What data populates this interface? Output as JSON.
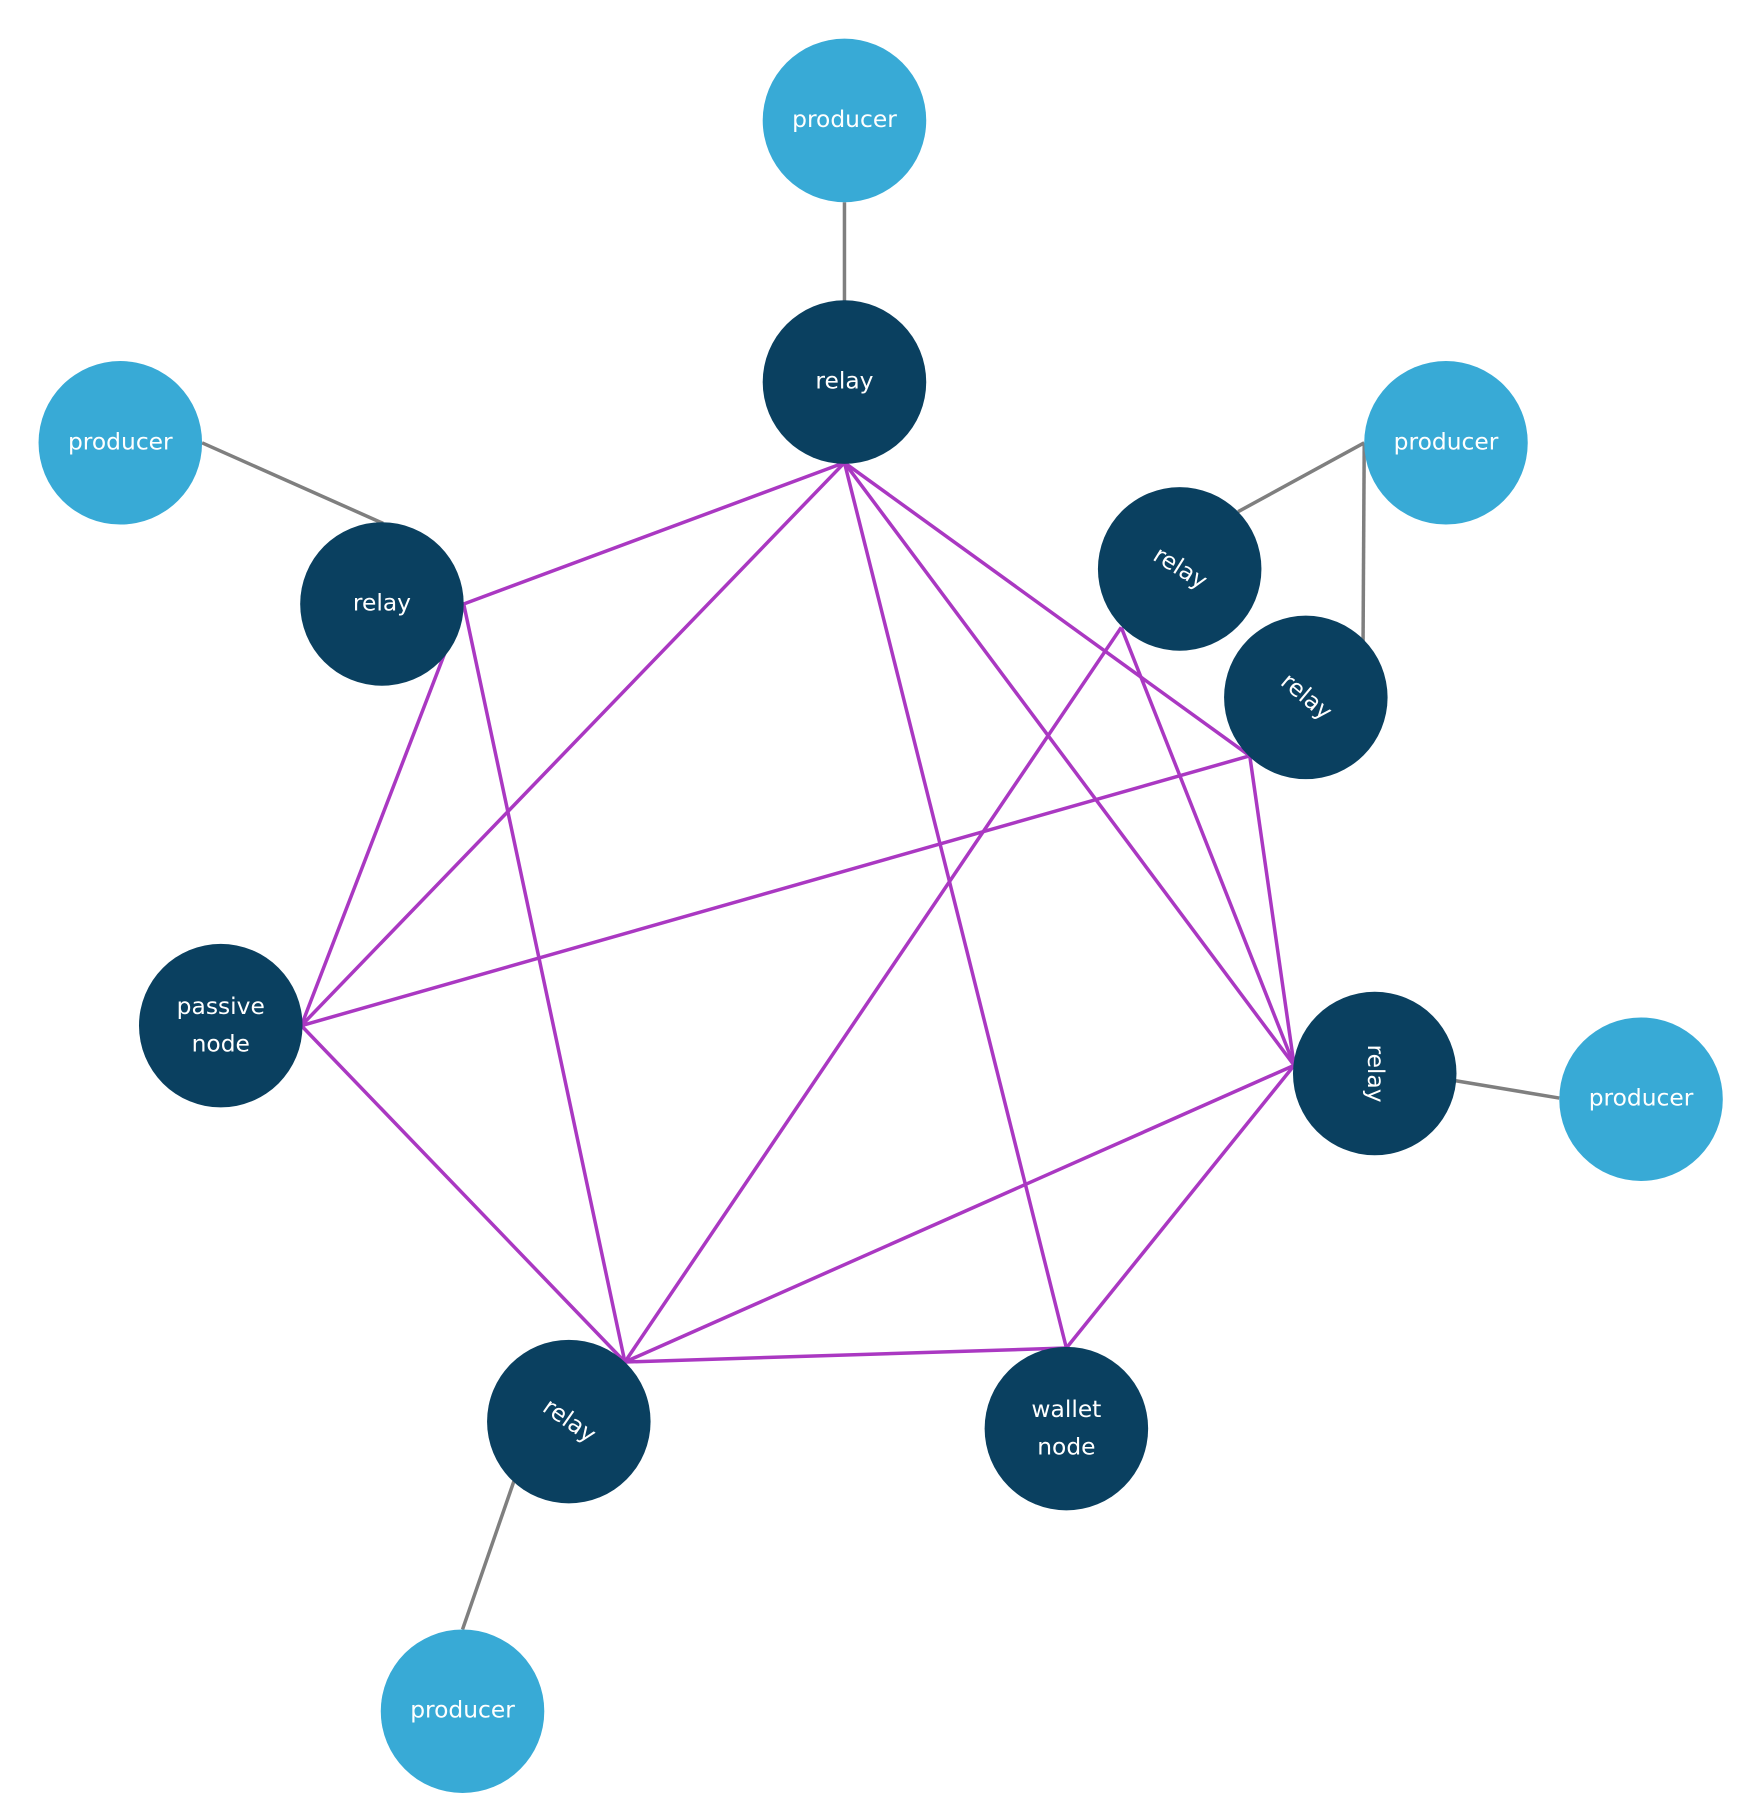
{
  "colors": {
    "producer": "#38aad6",
    "node": "#0a4060",
    "mesh_edge": "#aa38c2",
    "link_edge": "#7f7f7f"
  },
  "nodes": [
    {
      "id": "p1",
      "type": "producer",
      "label": "producer"
    },
    {
      "id": "r1",
      "type": "node",
      "label": "relay"
    },
    {
      "id": "p2",
      "type": "producer",
      "label": "producer"
    },
    {
      "id": "r2",
      "type": "node",
      "label": "relay"
    },
    {
      "id": "p3",
      "type": "producer",
      "label": "producer"
    },
    {
      "id": "r3",
      "type": "node",
      "label": "relay"
    },
    {
      "id": "r4",
      "type": "node",
      "label": "relay"
    },
    {
      "id": "pn",
      "type": "node",
      "label": "passive node"
    },
    {
      "id": "r5",
      "type": "node",
      "label": "relay"
    },
    {
      "id": "p4",
      "type": "producer",
      "label": "producer"
    },
    {
      "id": "r6",
      "type": "node",
      "label": "relay"
    },
    {
      "id": "wn",
      "type": "node",
      "label": "wallet node"
    },
    {
      "id": "p5",
      "type": "producer",
      "label": "producer"
    }
  ],
  "producer_links": [
    [
      "p1",
      "r1"
    ],
    [
      "p2",
      "r2"
    ],
    [
      "p3",
      "r3"
    ],
    [
      "p3",
      "r4"
    ],
    [
      "p4",
      "r5"
    ],
    [
      "p5",
      "r6"
    ]
  ],
  "mesh_links": [
    [
      "r1",
      "r2"
    ],
    [
      "r1",
      "pn"
    ],
    [
      "r1",
      "wn"
    ],
    [
      "r1",
      "r5"
    ],
    [
      "r1",
      "r4"
    ],
    [
      "r2",
      "pn"
    ],
    [
      "r2",
      "r6"
    ],
    [
      "r3",
      "r6"
    ],
    [
      "r3",
      "r5"
    ],
    [
      "r4",
      "pn"
    ],
    [
      "r4",
      "r5"
    ],
    [
      "pn",
      "r6"
    ],
    [
      "r5",
      "r6"
    ],
    [
      "r5",
      "wn"
    ],
    [
      "r6",
      "wn"
    ]
  ]
}
